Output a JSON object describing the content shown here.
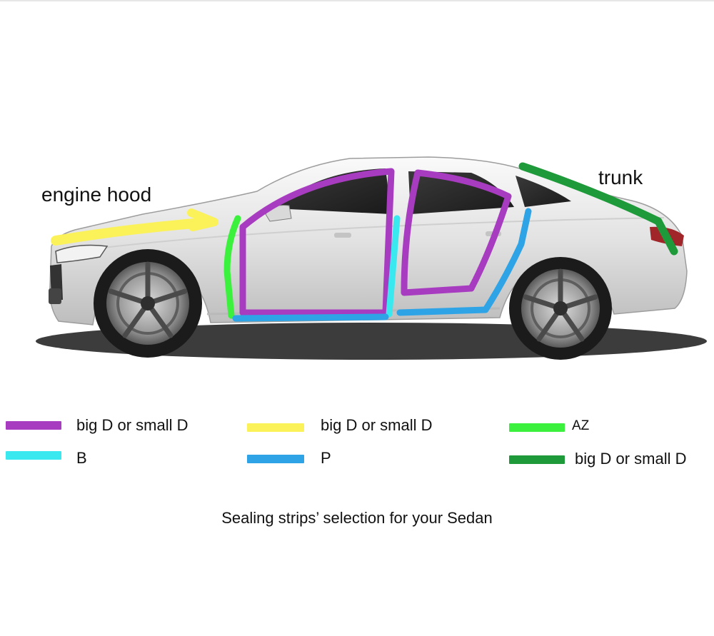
{
  "callouts": {
    "engine_hood": "engine hood",
    "trunk": "trunk"
  },
  "colors": {
    "purple": "#a83cc0",
    "yellow": "#fbf25a",
    "light_green": "#3cf03e",
    "cyan": "#3ae8f0",
    "blue": "#2ea4e6",
    "dark_green": "#1f9a3a"
  },
  "legend": [
    {
      "label": "big D or small D",
      "color": "#a83cc0"
    },
    {
      "label": "big D or small D",
      "color": "#fbf25a"
    },
    {
      "label": "AZ",
      "color": "#3cf03e"
    },
    {
      "label": "B",
      "color": "#3ae8f0"
    },
    {
      "label": "P",
      "color": "#2ea4e6"
    },
    {
      "label": "big D or small D",
      "color": "#1f9a3a"
    }
  ],
  "caption": "Sealing strips’ selection for your Sedan"
}
